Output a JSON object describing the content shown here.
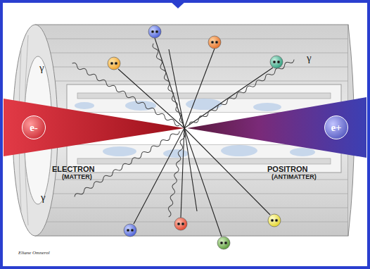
{
  "diagram": {
    "nodes": [
      {
        "text": [
          "e-"
        ]
      },
      {
        "text": [
          "e+"
        ]
      }
    ],
    "labels": [
      "γ",
      "γ",
      "γ",
      "ELECTRON",
      "(MATTER)",
      "POSITRON",
      "(ANTIMATTER)",
      "Eliane Omnerol"
    ]
  }
}
